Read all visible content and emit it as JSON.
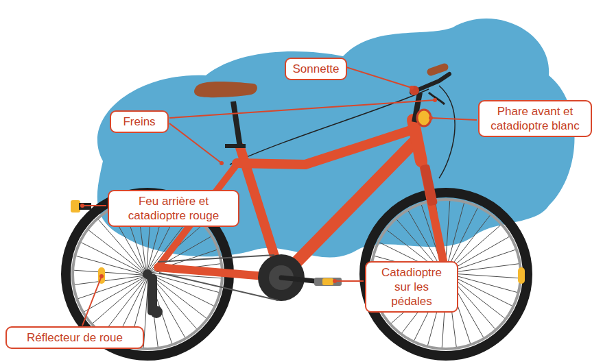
{
  "diagram": {
    "nodes": [
      {
        "text": [
          "Sonnette"
        ]
      },
      {
        "text": [
          "Freins"
        ]
      },
      {
        "text": [
          "Phare avant et catadioptre blanc"
        ]
      },
      {
        "text": [
          "Feu arrière et catadioptre rouge"
        ]
      },
      {
        "text": [
          "Catadioptre sur les pédales"
        ]
      },
      {
        "text": [
          "Réflecteur de roue"
        ]
      }
    ]
  }
}
